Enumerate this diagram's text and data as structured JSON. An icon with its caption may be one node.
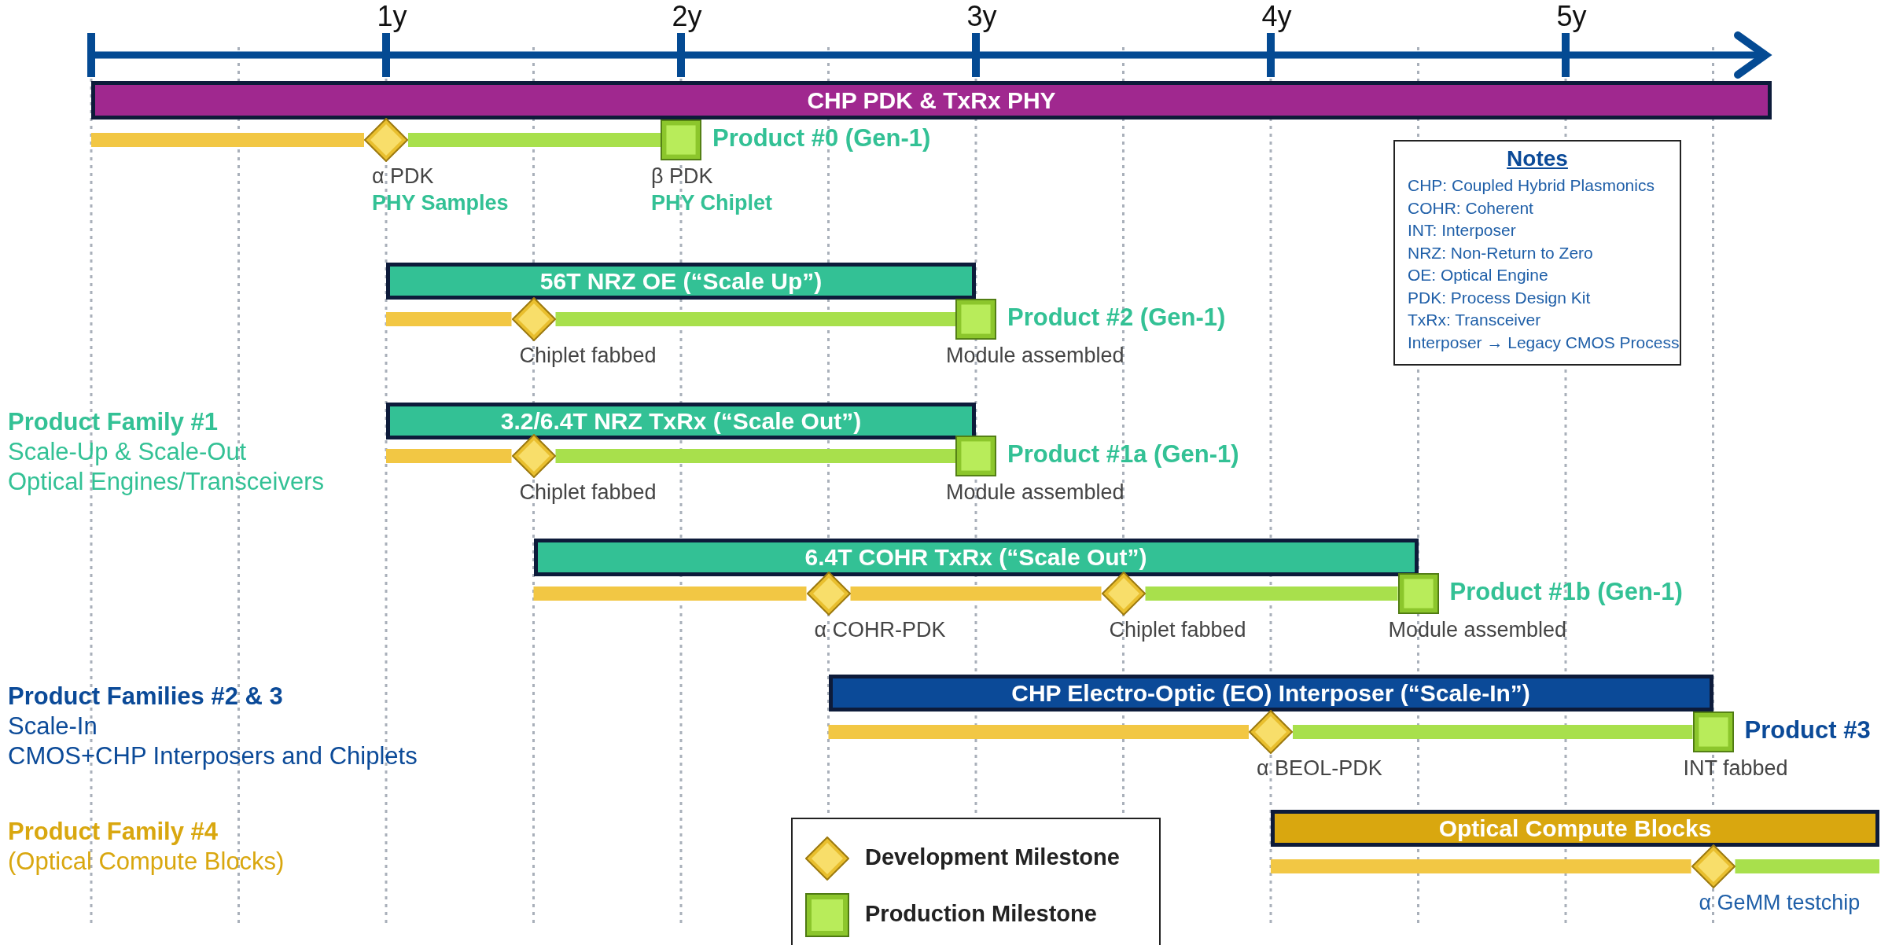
{
  "diagram": {
    "nodes": [
      {
        "text": [
          "CHP PDK & TxRx PHY"
        ]
      },
      {
        "text": [],
        "shape": "diamond",
        "beside": [
          "α PDK",
          "PHY Samples"
        ]
      },
      {
        "text": [],
        "shape": "box",
        "beside": [
          "Product #0 (Gen-1)",
          "β PDK",
          "PHY Chiplet"
        ]
      },
      {
        "text": [
          "Notes",
          "CHP: Coupled Hybrid Plasmonics",
          "COHR: Coherent",
          "INT: Interposer",
          "NRZ: Non-Return to Zero",
          "OE: Optical Engine",
          "PDK: Process Design Kit",
          "TxRx: Transceiver",
          "Interposer → Legacy CMOS Process"
        ]
      },
      {
        "text": [
          "56T NRZ OE (“Scale Up”)"
        ]
      },
      {
        "text": [],
        "shape": "diamond",
        "beside": [
          "Chiplet fabbed"
        ]
      },
      {
        "text": [],
        "shape": "box",
        "beside": [
          "Product #2 (Gen-1)",
          "Module assembled"
        ]
      },
      {
        "text": [
          "3.2/6.4T NRZ TxRx (“Scale Out”)"
        ]
      },
      {
        "text": [],
        "shape": "diamond",
        "beside": [
          "Chiplet fabbed"
        ]
      },
      {
        "text": [],
        "shape": "box",
        "beside": [
          "Product #1a (Gen-1)",
          "Module assembled"
        ]
      },
      {
        "text": [
          "6.4T COHR TxRx (“Scale Out”)"
        ]
      },
      {
        "text": [],
        "shape": "diamond",
        "beside": [
          "α COHR-PDK"
        ]
      },
      {
        "text": [],
        "shape": "diamond",
        "beside": [
          "Chiplet fabbed"
        ]
      },
      {
        "text": [],
        "shape": "box",
        "beside": [
          "Product #1b (Gen-1)",
          "Module assembled"
        ]
      },
      {
        "text": [
          "CHP Electro-Optic (EO) Interposer (“Scale-In”)"
        ]
      },
      {
        "text": [],
        "shape": "diamond",
        "beside": [
          "α BEOL-PDK"
        ]
      },
      {
        "text": [],
        "shape": "box",
        "beside": [
          "Product #3",
          "INT fabbed"
        ]
      },
      {
        "text": [
          "Optical Compute Blocks"
        ]
      },
      {
        "text": [],
        "shape": "diamond",
        "beside": [
          "α GeMM testchip"
        ]
      }
    ],
    "edges": [
      {
        "from": 0,
        "to": 1,
        "arrow": "none"
      },
      {
        "from": 1,
        "to": 2,
        "arrow": "none",
        "color": "#a8e04c"
      },
      {
        "from": 4,
        "to": 5,
        "arrow": "none"
      },
      {
        "from": 5,
        "to": 6,
        "arrow": "none",
        "color": "#a8e04c"
      },
      {
        "from": 7,
        "to": 8,
        "arrow": "none"
      },
      {
        "from": 8,
        "to": 9,
        "arrow": "none",
        "color": "#a8e04c"
      },
      {
        "from": 10,
        "to": 11,
        "arrow": "none"
      },
      {
        "from": 11,
        "to": 12,
        "arrow": "none"
      },
      {
        "from": 12,
        "to": 13,
        "arrow": "none",
        "color": "#a8e04c"
      },
      {
        "from": 14,
        "to": 15,
        "arrow": "none"
      },
      {
        "from": 15,
        "to": 16,
        "arrow": "none",
        "color": "#a8e04c"
      },
      {
        "from": 17,
        "to": 18,
        "arrow": "none"
      },
      {
        "from": 18,
        "to": 17,
        "arrow": "none",
        "color": "#a8e04c"
      }
    ],
    "labels": [
      "1y",
      "2y",
      "3y",
      "4y",
      "5y",
      "Product Family #1",
      "Scale-Up & Scale-Out",
      "Optical Engines/Transceivers",
      "Product Families #2 & 3",
      "Scale-In",
      "CMOS+CHP Interposers and Chiplets",
      "Product Family #4",
      "(Optical Compute Blocks)"
    ],
    "legend": [
      {
        "text": "Development Milestone"
      },
      {
        "text": "Production Milestone"
      }
    ]
  }
}
